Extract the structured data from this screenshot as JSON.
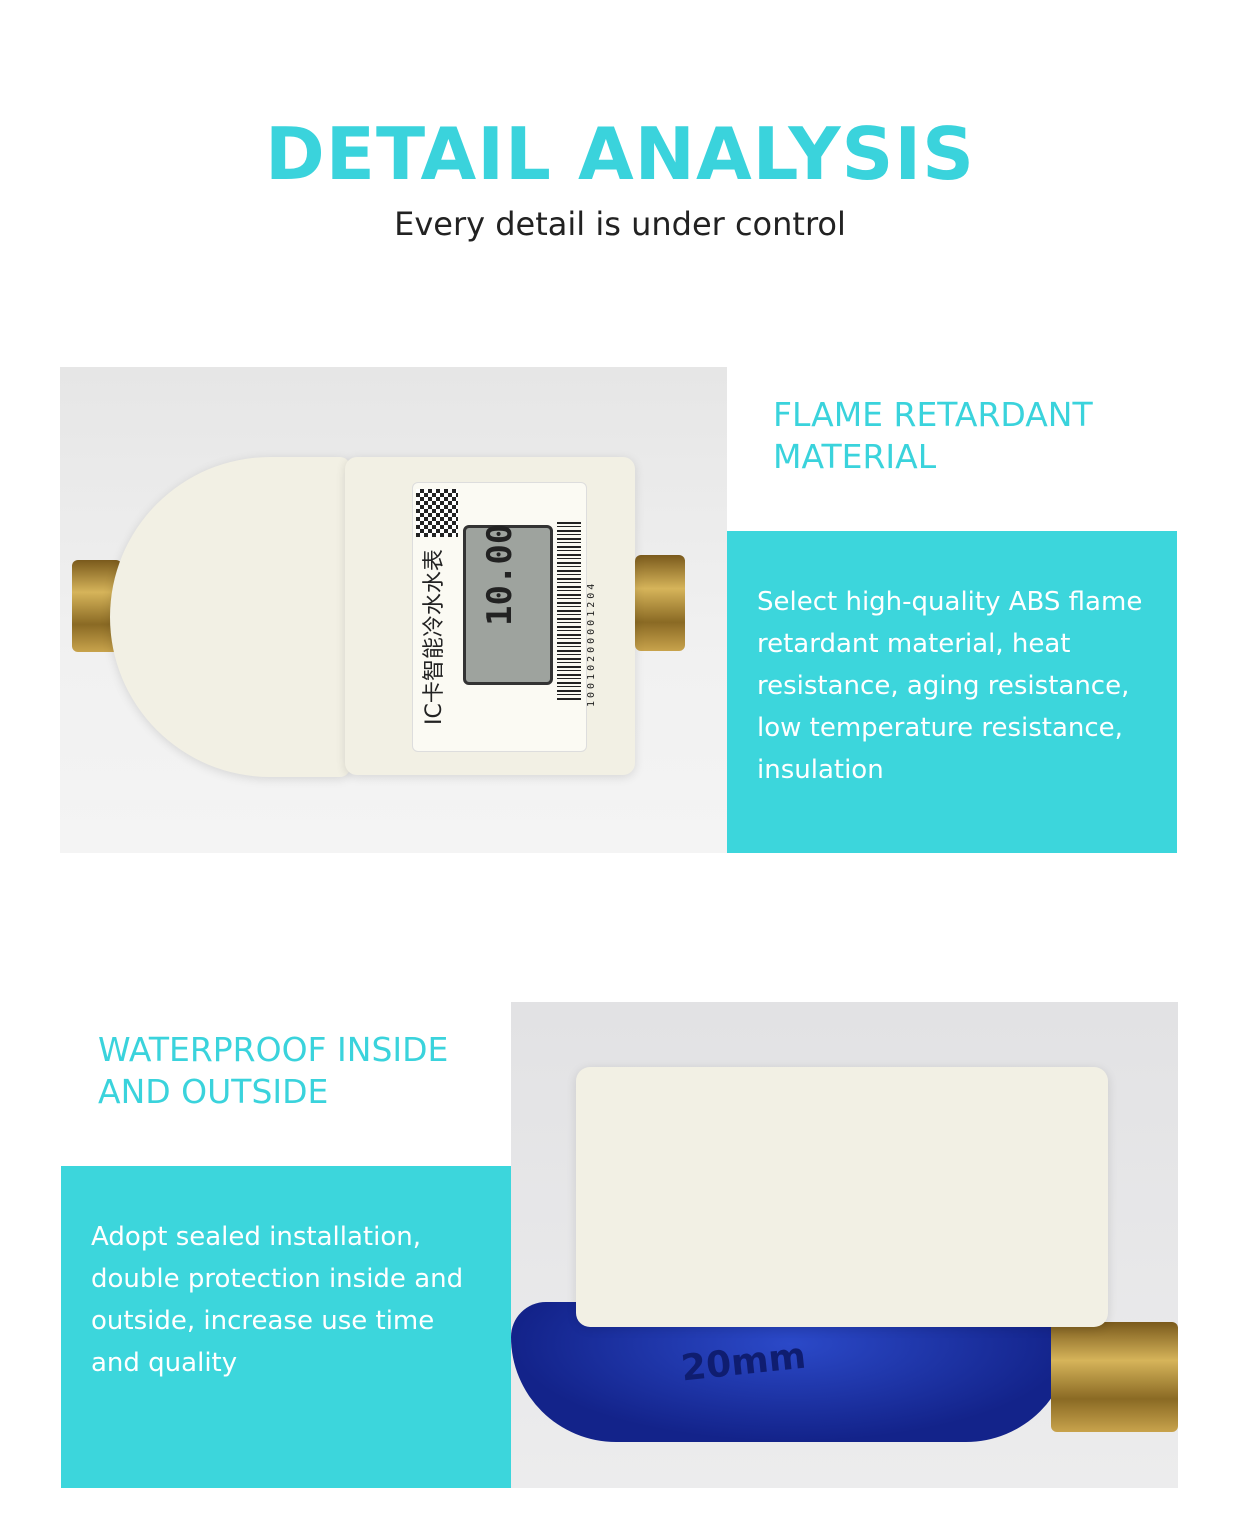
{
  "header": {
    "title": "DETAIL ANALYSIS",
    "subtitle": "Every detail is under control"
  },
  "sections": [
    {
      "heading": "FLAME RETARDANT MATERIAL",
      "body": "Select high-quality ABS flame retardant material, heat resistance, aging resistance, low temperature resistance, insulation",
      "photo_text": {
        "label": "IC卡智能冷水水表",
        "display": "10.00",
        "serial": "10010200001204"
      }
    },
    {
      "heading": "WATERPROOF INSIDE AND OUTSIDE",
      "body": "Adopt sealed installation, double protection inside and outside, increase use time and quality",
      "photo_text": {
        "size": "20mm"
      }
    }
  ],
  "colors": {
    "accent": "#3ad3dc",
    "panel": "#3cd6dc"
  }
}
